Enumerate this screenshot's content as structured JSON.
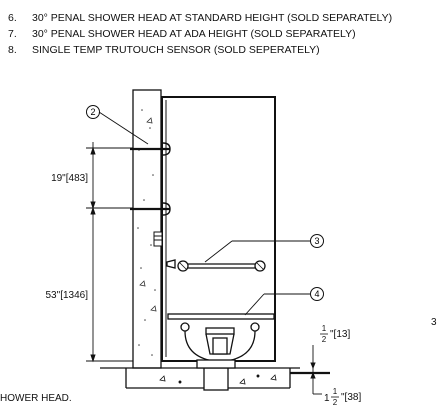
{
  "notes": [
    {
      "num": "6.",
      "text": "30° PENAL SHOWER HEAD AT STANDARD HEIGHT (SOLD SEPARATELY)"
    },
    {
      "num": "7.",
      "text": "30° PENAL SHOWER HEAD AT ADA HEIGHT (SOLD SEPARATELY)"
    },
    {
      "num": "8.",
      "text": "SINGLE TEMP TRUTOUCH SENSOR (SOLD SEPERATELY)"
    }
  ],
  "callouts": {
    "c2": "2",
    "c3": "3",
    "c4": "4"
  },
  "dimensions": {
    "upper_in": "19\"",
    "upper_mm": "[483]",
    "lower_in": "53\"",
    "lower_mm": "[1346]",
    "small1_num": "1",
    "small1_den": "2",
    "small1_rest": "\"[13]",
    "small2_whole": "1",
    "small2_num": "1",
    "small2_den": "2",
    "small2_rest": "\"[38]"
  },
  "page_marker": "3",
  "bottom_text": "HOWER HEAD."
}
